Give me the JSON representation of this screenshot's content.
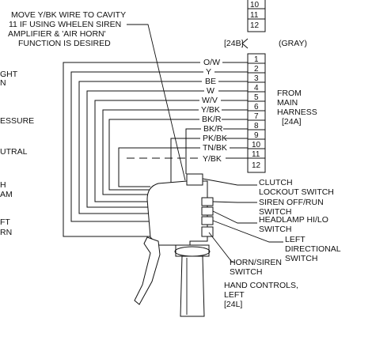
{
  "note": {
    "lines": [
      "MOVE Y/BK WIRE TO CAVITY",
      "11 IF USING WHELEN SIREN",
      "AMPLIFIER & 'AIR HORN'",
      "FUNCTION IS DESIRED"
    ]
  },
  "left_fragments": [
    "GHT",
    "N",
    "ESSURE",
    "UTRAL",
    "H",
    "AM",
    "FT",
    "RN"
  ],
  "top_pins": [
    "10",
    "11",
    "12"
  ],
  "connector_top": {
    "ref": "[24B]",
    "color": "(GRAY)"
  },
  "connector_main": {
    "pins": [
      "1",
      "2",
      "3",
      "4",
      "5",
      "6",
      "7",
      "8",
      "9",
      "10",
      "11",
      "12"
    ],
    "wires": [
      "O/W",
      "Y",
      "BE",
      "W",
      "W/V",
      "Y/BK",
      "BK/R",
      "BK/R",
      "PK/BK",
      "TN/BK",
      "",
      "Y/BK"
    ],
    "label_lines": [
      "FROM",
      "MAIN",
      "HARNESS",
      "[24A]"
    ]
  },
  "callouts": {
    "clutch": [
      "CLUTCH",
      "LOCKOUT SWITCH"
    ],
    "siren": [
      "SIREN OFF/RUN",
      "SWITCH"
    ],
    "headlamp": [
      "HEADLAMP HI/LO",
      "SWITCH"
    ],
    "directional": [
      "LEFT",
      "DIRECTIONAL",
      "SWITCH"
    ],
    "horn": [
      "HORN/SIREN",
      "SWITCH"
    ],
    "hand_controls": [
      "HAND CONTROLS,",
      "LEFT",
      "[24L]"
    ]
  }
}
